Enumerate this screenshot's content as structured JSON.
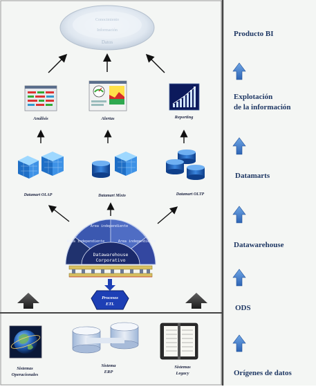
{
  "cloud": {
    "line1": "Conocimiento",
    "line2": "Información",
    "line3": "Datos"
  },
  "tools": [
    {
      "label": "Análisis"
    },
    {
      "label": "Alertas"
    },
    {
      "label": "Reporting"
    }
  ],
  "datamarts": [
    {
      "label": "Datamart OLAP"
    },
    {
      "label": "Datamart Mixto"
    },
    {
      "label": "Datamart OLTP"
    }
  ],
  "dwh": {
    "area_left": "Area independiente",
    "area_center": "Area independiente",
    "area_right": "Area independiente",
    "title_line1": "Datawarehouse",
    "title_line2": "Corporativo"
  },
  "etl": {
    "line1": "Procesos",
    "line2": "ETL"
  },
  "sources": [
    {
      "line1": "Sistemas",
      "line2": "Operacionales"
    },
    {
      "line1": "Sistema",
      "line2": "ERP"
    },
    {
      "line1": "Sistemas",
      "line2": "Legacy"
    }
  ],
  "layers": [
    {
      "label": "Producto BI"
    },
    {
      "label": "Explotación"
    },
    {
      "label": "de la información"
    },
    {
      "label": "Datamarts"
    },
    {
      "label": "Datawarehouse"
    },
    {
      "label": "ODS"
    },
    {
      "label": "Orígenes de datos"
    }
  ],
  "colors": {
    "accent": "#1f5ba8",
    "arrow_blue": "#4a8ad4",
    "divider": "#444444",
    "dwh_dark": "#1b2a6b",
    "dwh_mid": "#3a57a8",
    "cube_blue": "#2e7ed6"
  }
}
